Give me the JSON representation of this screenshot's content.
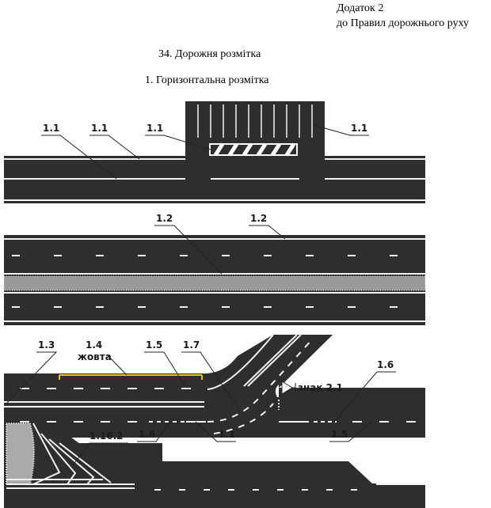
{
  "header": {
    "appendix": "Додаток 2",
    "appendix_sub": "до Правил дорожнього руху",
    "section_title": "34. Дорожня розмітка",
    "subsection_title": "1. Горизонтальна розмітка"
  },
  "diagrams": {
    "d1": {
      "labels": [
        "1.1",
        "1.1",
        "1.1",
        "1.1"
      ]
    },
    "d2": {
      "labels": [
        "1.2",
        "1.2"
      ]
    },
    "d3": {
      "labels": [
        "1.3",
        "1.4",
        "1.5",
        "1.7",
        "1.6",
        "1.6",
        "1.1",
        "1.5"
      ],
      "yellow_note": "жовта",
      "sign_label": "знак 2.1"
    },
    "d4": {
      "labels": [
        "1.16.2"
      ]
    }
  },
  "colors": {
    "asphalt": "#2e2e2e",
    "marking": "#f2f2f2",
    "yellow": "#f2c200"
  }
}
